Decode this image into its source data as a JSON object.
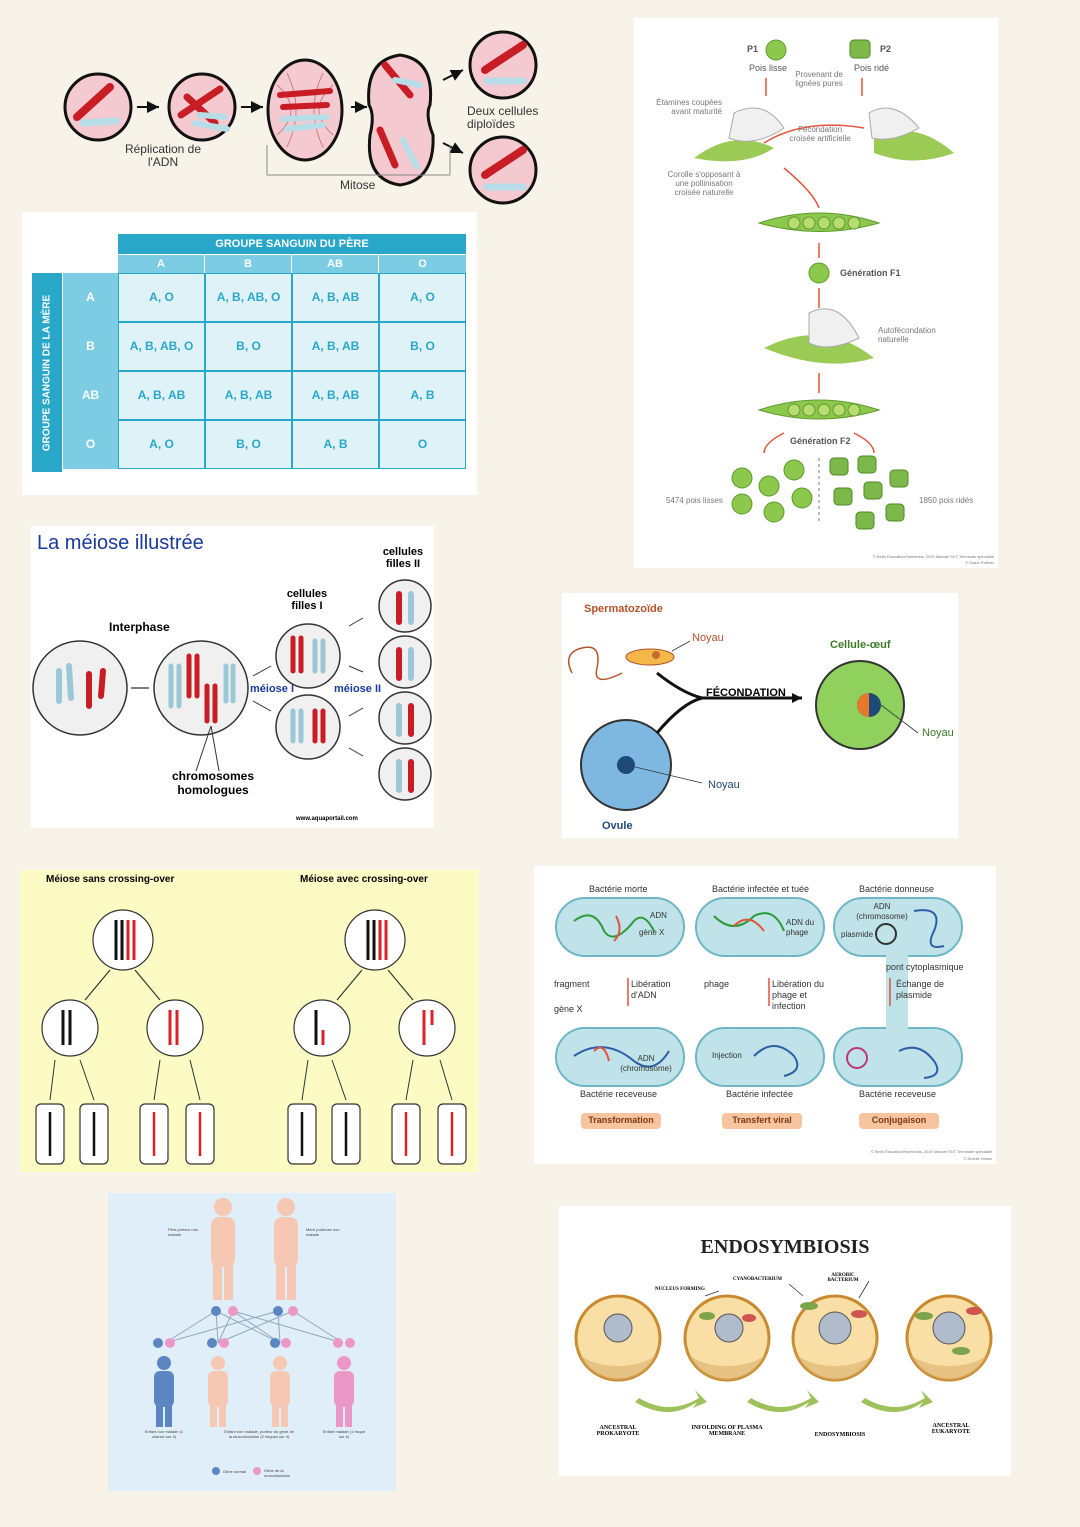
{
  "mitosis": {
    "replication_label": "Réplication de l'ADN",
    "mitosis_label": "Mitose",
    "daughters_label": "Deux cellules diploïdes"
  },
  "blood_table": {
    "father_header": "GROUPE SANGUIN DU PÈRE",
    "mother_header": "GROUPE SANGUIN DE LA MÈRE",
    "columns": [
      "A",
      "B",
      "AB",
      "O"
    ],
    "rows": [
      {
        "label": "A",
        "cells": [
          "A, O",
          "A, B, AB, O",
          "A, B, AB",
          "A, O"
        ]
      },
      {
        "label": "B",
        "cells": [
          "A, B, AB, O",
          "B, O",
          "A, B, AB",
          "B, O"
        ]
      },
      {
        "label": "AB",
        "cells": [
          "A, B, AB",
          "A, B, AB",
          "A, B, AB",
          "A, B"
        ]
      },
      {
        "label": "O",
        "cells": [
          "A, O",
          "B, O",
          "A, B",
          "O"
        ]
      }
    ]
  },
  "mendel": {
    "p1": "P1",
    "p1_label": "Pois lisse",
    "p2": "P2",
    "p2_label": "Pois ridé",
    "pure_lines": "Provenant de lignées pures",
    "stamens": "Étamines coupées avant maturité",
    "cross_fert": "Fécondation croisée artificielle",
    "corolla": "Corolle s'opposant à une pollinisation croisée naturelle",
    "f1": "Génération F1",
    "self_fert": "Autofécondation naturelle",
    "f2": "Génération F2",
    "smooth_count": "5474 pois lisses",
    "wrinkled_count": "1850 pois ridés",
    "credit1": "© Belin Éducation/Humensis, 2020 Manuel SVT Terminale spécialité",
    "credit2": "© Diane Rottner"
  },
  "meiosis": {
    "title": "La méiose illustrée",
    "interphase": "Interphase",
    "daughters1": "cellules filles I",
    "daughters2": "cellules filles II",
    "meiosis1": "méiose I",
    "meiosis2": "méiose II",
    "homologous": "chromosomes homologues",
    "site": "www.aquaportail.com"
  },
  "fertilization": {
    "sperm": "Spermatozoïde",
    "nucleus1": "Noyau",
    "fecondation": "FÉCONDATION",
    "egg_cell": "Cellule-œuf",
    "nucleus2": "Noyau",
    "nucleus3": "Noyau",
    "ovule": "Ovule"
  },
  "crossing": {
    "left_title": "Méiose sans crossing-over",
    "right_title": "Méiose avec crossing-over"
  },
  "transfer": {
    "dead": "Bactérie morte",
    "infected_killed": "Bactérie infectée et tuée",
    "donor": "Bactérie donneuse",
    "adn": "ADN",
    "gene_x": "gène X",
    "phage_dna": "ADN du phage",
    "adn_chrom": "ADN (chromosome)",
    "plasmid": "plasmide",
    "fragment": "fragment",
    "release_dna": "Libération d'ADN",
    "gene_x2": "gène X",
    "phage": "phage",
    "release_phage": "Libération du phage et infection",
    "bridge": "pont cytoplasmique",
    "plasmid_exchange": "Échange de plasmide",
    "adn_chrom2": "ADN (chromosome)",
    "injection": "Injection",
    "recipient1": "Bactérie receveuse",
    "infected": "Bactérie infectée",
    "recipient2": "Bactérie receveuse",
    "transformation": "Transformation",
    "viral": "Transfert viral",
    "conjugation": "Conjugaison",
    "credit1": "© Belin Éducation/Humensis, 2020 Manuel SVT Terminale spécialité",
    "credit2": "© Amélie Veaux"
  },
  "pedigree": {
    "father": "Père porteur non malade",
    "mother": "Mère porteuse non malade",
    "child1": "Enfant non malade (1 chance sur 4)",
    "child2": "Enfant non malade, porteur du gène de la mucoviscidose (2 risques sur 4)",
    "child3": "Enfant malade (1 risque sur 4)",
    "legend_normal": "Gène normal",
    "legend_cf": "Gène de la mucoviscidose"
  },
  "endo": {
    "title": "ENDOSYMBIOSIS",
    "nucleus_forming": "NUCLEUS FORMING",
    "cyano": "CYANOBACTERIUM",
    "aerobic": "AEROBIC BACTERIUM",
    "prok": "ANCESTRAL PROKARYOTE",
    "infolding": "INFOLDING OF PLASMA MEMBRANE",
    "endosym": "ENDOSYMBIOSIS",
    "euk": "ANCESTRAL EUKARYOTE"
  }
}
